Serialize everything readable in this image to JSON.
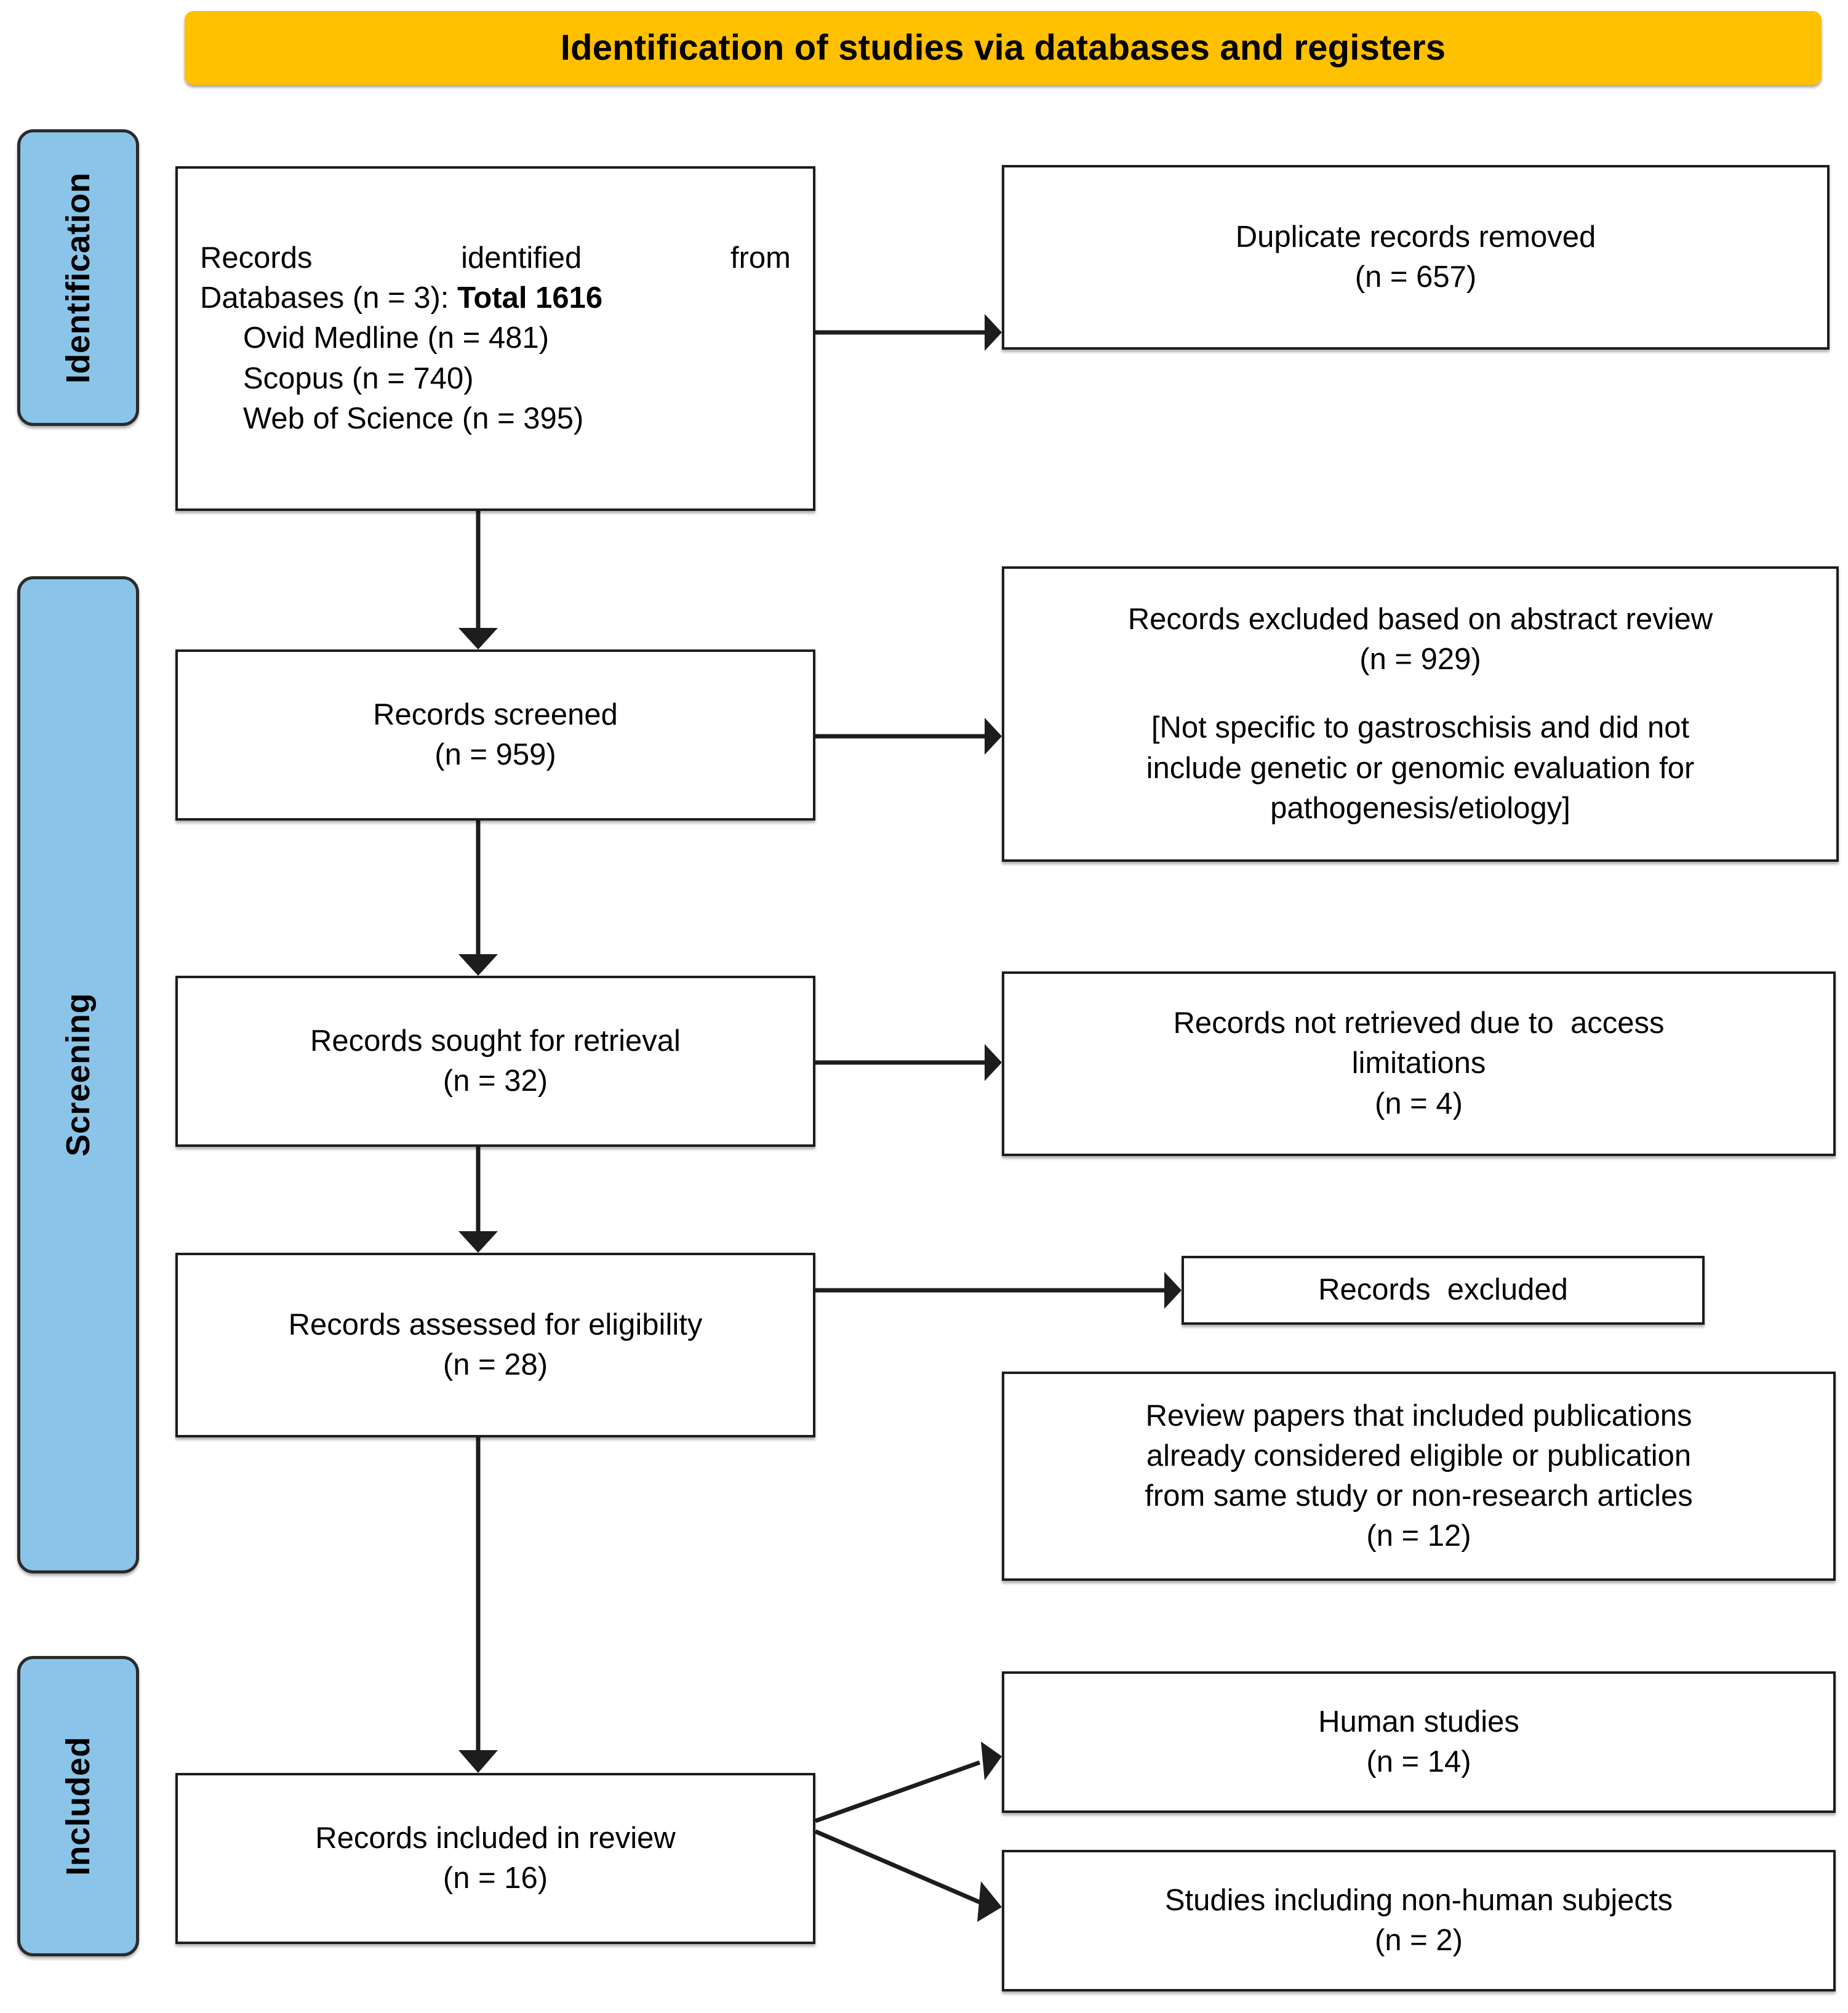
{
  "banner": {
    "title": "Identification of studies via databases and registers",
    "bg_color": "#FFC000"
  },
  "stages": [
    {
      "id": "identification",
      "label": "Identification"
    },
    {
      "id": "screening",
      "label": "Screening"
    },
    {
      "id": "included",
      "label": "Included"
    }
  ],
  "stage_color": "#8AC4E8",
  "boxes": {
    "identified": {
      "line1": "Records      identified      from",
      "line2_a": "Databases (n = 3): ",
      "line2_b": "Total 1616",
      "line3": "Ovid Medline (n = 481)",
      "line4": "Scopus (n = 740)",
      "line5": "Web of Science (n = 395)"
    },
    "duplicates": {
      "line1": "Duplicate records removed",
      "line2": "(n = 657)"
    },
    "screened": {
      "line1": "Records screened",
      "line2": "(n = 959)"
    },
    "excluded_abstract": {
      "line1": "Records excluded based on abstract review",
      "line2": "(n = 929)",
      "line3": "[Not specific to gastroschisis and did not",
      "line4": "include genetic or genomic evaluation for",
      "line5": "pathogenesis/etiology]"
    },
    "sought": {
      "line1": "Records sought for retrieval",
      "line2": "(n = 32)"
    },
    "not_retrieved": {
      "line1": "Records not retrieved due to  access",
      "line2": "limitations",
      "line3": "(n = 4)"
    },
    "assessed": {
      "line1": "Records assessed for eligibility",
      "line2": "(n = 28)"
    },
    "records_excluded": {
      "line1": "Records  excluded"
    },
    "review_papers": {
      "line1": "Review papers that included publications",
      "line2": "already considered eligible or publication",
      "line3": "from same study or non-research articles",
      "line4": "(n = 12)"
    },
    "included": {
      "line1": "Records included in review",
      "line2": "(n = 16)"
    },
    "human": {
      "line1": "Human studies",
      "line2": "(n = 14)"
    },
    "nonhuman": {
      "line1": "Studies including non-human subjects",
      "line2": "(n = 2)"
    }
  },
  "chart_data": {
    "type": "diagram",
    "title": "Identification of studies via databases and registers",
    "diagram_kind": "PRISMA 2020 flow diagram",
    "stages": [
      "Identification",
      "Screening",
      "Included"
    ],
    "nodes": [
      {
        "id": "identified",
        "stage": "Identification",
        "label": "Records identified from Databases (n = 3): Total 1616",
        "n": 1616,
        "sources": [
          {
            "name": "Ovid Medline",
            "n": 481
          },
          {
            "name": "Scopus",
            "n": 740
          },
          {
            "name": "Web of Science",
            "n": 395
          }
        ]
      },
      {
        "id": "duplicates",
        "stage": "Identification",
        "label": "Duplicate records removed",
        "n": 657
      },
      {
        "id": "screened",
        "stage": "Screening",
        "label": "Records screened",
        "n": 959
      },
      {
        "id": "excluded_abstract",
        "stage": "Screening",
        "label": "Records excluded based on abstract review",
        "n": 929,
        "note": "[Not specific to gastroschisis and did not include genetic or genomic evaluation for pathogenesis/etiology]"
      },
      {
        "id": "sought",
        "stage": "Screening",
        "label": "Records sought for retrieval",
        "n": 32
      },
      {
        "id": "not_retrieved",
        "stage": "Screening",
        "label": "Records not retrieved due to access limitations",
        "n": 4
      },
      {
        "id": "assessed",
        "stage": "Screening",
        "label": "Records assessed for eligibility",
        "n": 28
      },
      {
        "id": "records_excluded",
        "stage": "Screening",
        "label": "Records excluded",
        "n": null
      },
      {
        "id": "review_papers",
        "stage": "Screening",
        "label": "Review papers that included publications already considered eligible or publication from same study or non-research articles",
        "n": 12
      },
      {
        "id": "included",
        "stage": "Included",
        "label": "Records included in review",
        "n": 16
      },
      {
        "id": "human",
        "stage": "Included",
        "label": "Human studies",
        "n": 14
      },
      {
        "id": "nonhuman",
        "stage": "Included",
        "label": "Studies including non-human subjects",
        "n": 2
      }
    ],
    "edges": [
      {
        "from": "identified",
        "to": "duplicates",
        "direction": "right"
      },
      {
        "from": "identified",
        "to": "screened",
        "direction": "down"
      },
      {
        "from": "screened",
        "to": "excluded_abstract",
        "direction": "right"
      },
      {
        "from": "screened",
        "to": "sought",
        "direction": "down"
      },
      {
        "from": "sought",
        "to": "not_retrieved",
        "direction": "right"
      },
      {
        "from": "sought",
        "to": "assessed",
        "direction": "down"
      },
      {
        "from": "assessed",
        "to": "records_excluded",
        "direction": "right"
      },
      {
        "from": "assessed",
        "to": "included",
        "direction": "down"
      },
      {
        "from": "included",
        "to": "human",
        "direction": "diagonal-up-right"
      },
      {
        "from": "included",
        "to": "nonhuman",
        "direction": "diagonal-down-right"
      }
    ]
  }
}
